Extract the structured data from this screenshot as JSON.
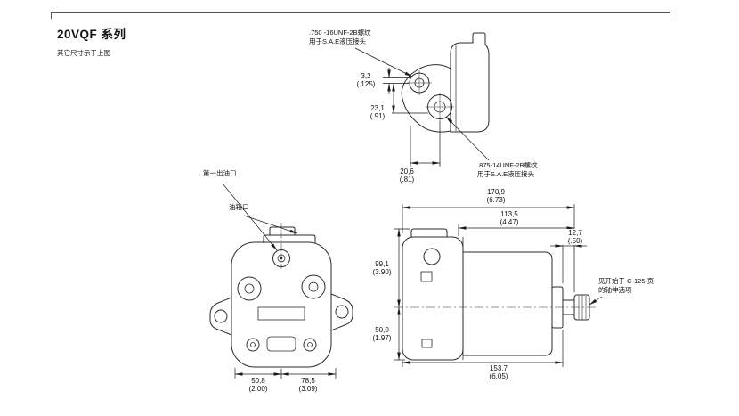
{
  "page": {
    "title": "20VQF 系列",
    "subtitle": "其它尺寸示于上图"
  },
  "port_detail_view": {
    "top_thread_note": {
      "line1": ".750 -16UNF-2B螺纹",
      "line2": "用于S.A.E液压接头"
    },
    "bottom_thread_note": {
      "line1": ".875-14UNF-2B螺纹",
      "line2": "用于S.A.E液压接头"
    },
    "dims": {
      "lip": {
        "mm": "3,2",
        "inch": "(.125)"
      },
      "depth": {
        "mm": "23,1",
        "inch": "(.91)"
      },
      "width": {
        "mm": "20,6",
        "inch": "(.81)"
      }
    }
  },
  "front_view": {
    "first_outlet_label": "第一出油口",
    "tank_port_label": "油箱口",
    "dims": {
      "left": {
        "mm": "50,8",
        "inch": "(2.00)"
      },
      "right": {
        "mm": "78,5",
        "inch": "(3.09)"
      }
    }
  },
  "side_view": {
    "shaft_note": {
      "line1": "见开始于 C-125 页",
      "line2": "的轴伸选项"
    },
    "dims": {
      "overall_length": {
        "mm": "170,9",
        "inch": "(6.73)"
      },
      "body_length": {
        "mm": "113,5",
        "inch": "(4.47)"
      },
      "collar": {
        "mm": "12,7",
        "inch": "(.50)"
      },
      "height_top": {
        "mm": "99,1",
        "inch": "(3.90)"
      },
      "height_bottom": {
        "mm": "50,0",
        "inch": "(1.97)"
      },
      "base_length": {
        "mm": "153,7",
        "inch": "(6.05)"
      }
    }
  }
}
